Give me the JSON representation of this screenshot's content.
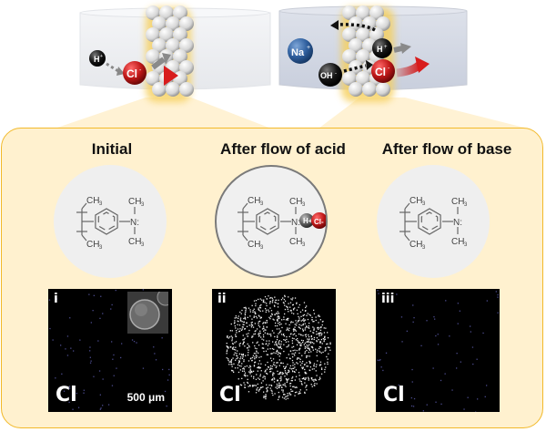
{
  "top_illustration": {
    "left_beaker": {
      "ions": [
        {
          "name": "H+",
          "label": "H",
          "charge": "+",
          "color": "#111111"
        },
        {
          "name": "Cl-",
          "label": "Cl",
          "charge": "-",
          "color": "#c01818"
        }
      ]
    },
    "right_beaker": {
      "ions": [
        {
          "name": "Na+",
          "label": "Na",
          "charge": "+",
          "color": "#2f5f9e"
        },
        {
          "name": "OH-",
          "label": "OH",
          "charge": "-",
          "color": "#111111"
        },
        {
          "name": "H+",
          "label": "H",
          "charge": "+",
          "color": "#222222"
        },
        {
          "name": "Cl-",
          "label": "Cl",
          "charge": "-",
          "color": "#c01818"
        }
      ]
    }
  },
  "panel": {
    "columns": [
      {
        "title": "Initial",
        "molecule": {
          "top_group": "CH3",
          "bottom_group": "CH3",
          "n_group_top": "CH3",
          "n_group_bottom": "CH3",
          "n_label": "N:",
          "bound_ions": []
        },
        "map": {
          "roman": "i",
          "element": "Cl",
          "scale_bar": "500 μm",
          "has_inset": true,
          "dot_density": 0.05
        }
      },
      {
        "title": "After flow of acid",
        "molecule": {
          "top_group": "CH3",
          "bottom_group": "CH3",
          "n_group_top": "CH3",
          "n_group_bottom": "CH3",
          "n_label": "N:",
          "bound_ions": [
            {
              "label": "H",
              "charge": "+"
            },
            {
              "label": "Cl",
              "charge": "-"
            }
          ]
        },
        "map": {
          "roman": "ii",
          "element": "Cl",
          "scale_bar": "",
          "has_inset": false,
          "dot_density": 1.0
        }
      },
      {
        "title": "After flow of base",
        "molecule": {
          "top_group": "CH3",
          "bottom_group": "CH3",
          "n_group_top": "CH3",
          "n_group_bottom": "CH3",
          "n_label": "N:",
          "bound_ions": []
        },
        "map": {
          "roman": "iii",
          "element": "Cl",
          "scale_bar": "",
          "has_inset": false,
          "dot_density": 0.04
        }
      }
    ]
  },
  "colors": {
    "panel_fill": "#fff1cf",
    "panel_border": "#f2b92a",
    "beaker_left": "#eeeff2",
    "beaker_right": "#d4d9e6",
    "cl_red": "#c01818",
    "na_blue": "#2f5f9e"
  }
}
